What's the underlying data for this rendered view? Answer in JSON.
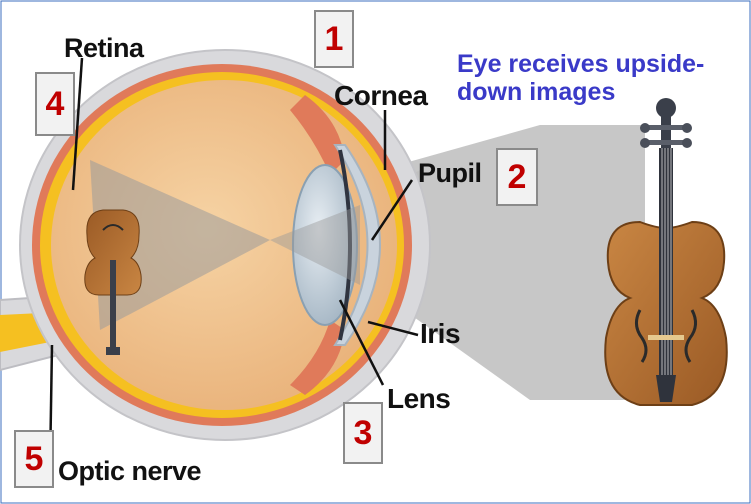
{
  "labels": {
    "retina": "Retina",
    "cornea": "Cornea",
    "pupil": "Pupil",
    "iris": "Iris",
    "lens": "Lens",
    "optic_nerve": "Optic nerve"
  },
  "numbers": {
    "cornea": "1",
    "pupil": "2",
    "lens": "3",
    "retina": "4",
    "optic_nerve": "5"
  },
  "caption": {
    "line1": "Eye receives upside-",
    "line2": "down images"
  },
  "colors": {
    "eye_interior": "#f0c48c",
    "sclera": "#d9d9dc",
    "retina_layer": "#f5c021",
    "choroid": "#e07a5a",
    "light_beam": "#bdbdbd",
    "violin_wood": "#b8733a",
    "number_text": "#c00000",
    "caption_text": "#3a3ac8"
  }
}
